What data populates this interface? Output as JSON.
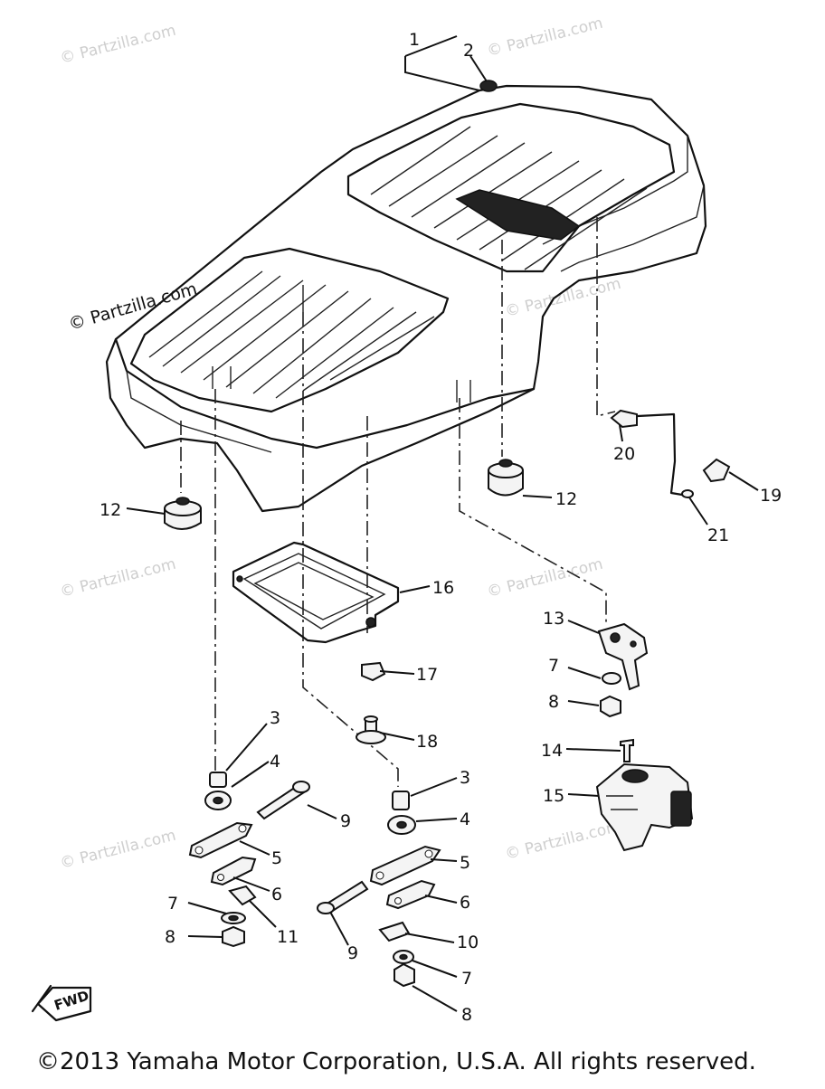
{
  "watermark": "© Partzilla.com",
  "copyright": "©2013 Yamaha Motor Corporation, U.S.A. All rights reserved.",
  "fwd_label": "FWD",
  "callouts": {
    "c1": "1",
    "c2": "2",
    "c3a": "3",
    "c3b": "3",
    "c4a": "4",
    "c4b": "4",
    "c5a": "5",
    "c5b": "5",
    "c6a": "6",
    "c6b": "6",
    "c7a": "7",
    "c7b": "7",
    "c7c": "7",
    "c8a": "8",
    "c8b": "8",
    "c8c": "8",
    "c9a": "9",
    "c9b": "9",
    "c10": "10",
    "c11": "11",
    "c12a": "12",
    "c12b": "12",
    "c13": "13",
    "c14": "14",
    "c15": "15",
    "c16": "16",
    "c17": "17",
    "c18": "18",
    "c19": "19",
    "c20": "20",
    "c21": "21"
  }
}
